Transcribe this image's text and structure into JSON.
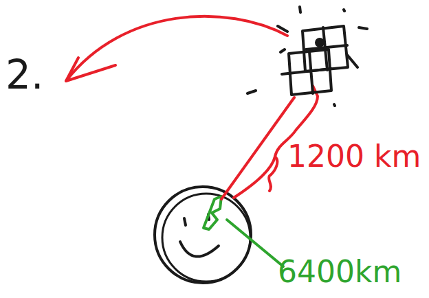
{
  "diagram": {
    "labels": [
      "2.",
      "1200 km",
      "6400km"
    ]
  }
}
